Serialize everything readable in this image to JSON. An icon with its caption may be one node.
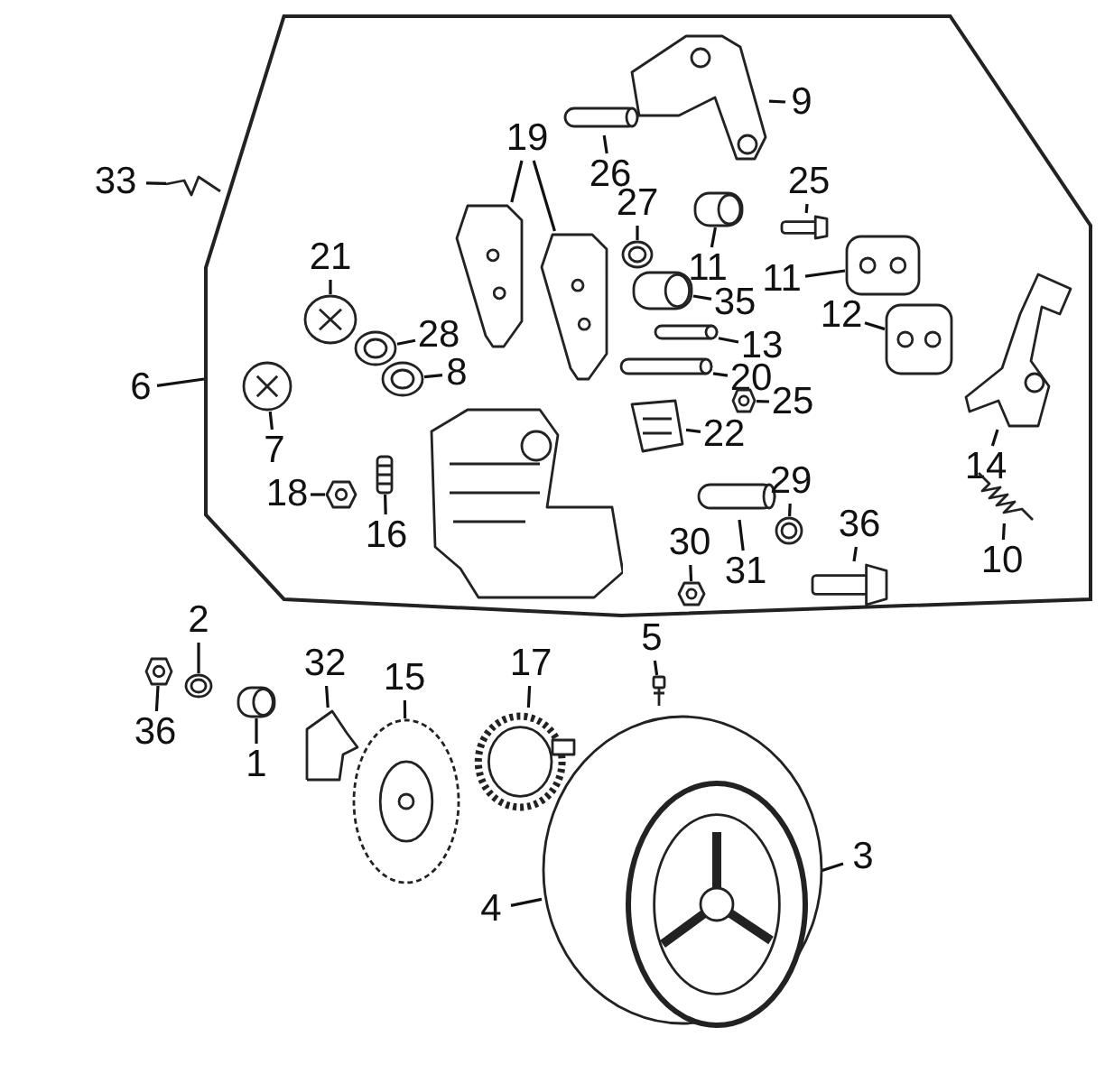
{
  "diagram": {
    "nodes": [
      {
        "text": [],
        "shape": "box"
      },
      {
        "text": [
          "33"
        ]
      },
      {
        "text": [],
        "shape": "picture"
      },
      {
        "text": [
          "9"
        ],
        "in": 0
      },
      {
        "text": [],
        "shape": "picture",
        "in": 0
      },
      {
        "text": [
          "19"
        ],
        "in": 0
      },
      {
        "text": [],
        "shape": "picture",
        "in": 0
      },
      {
        "text": [],
        "shape": "picture",
        "in": 0
      },
      {
        "text": [
          "26"
        ],
        "in": 0
      },
      {
        "text": [],
        "shape": "picture",
        "in": 0
      },
      {
        "text": [
          "25"
        ],
        "in": 0
      },
      {
        "text": [],
        "shape": "picture",
        "in": 0
      },
      {
        "text": [
          "27"
        ],
        "in": 0
      },
      {
        "text": [],
        "shape": "picture",
        "in": 0
      },
      {
        "text": [
          "11"
        ],
        "in": 0
      },
      {
        "text": [],
        "shape": "picture",
        "in": 0
      },
      {
        "text": [
          "21"
        ],
        "in": 0
      },
      {
        "text": [],
        "shape": "picture",
        "in": 0
      },
      {
        "text": [
          "11"
        ],
        "in": 0
      },
      {
        "text": [],
        "shape": "picture",
        "in": 0
      },
      {
        "text": [
          "35"
        ],
        "in": 0
      },
      {
        "text": [],
        "shape": "picture",
        "in": 0
      },
      {
        "text": [
          "12"
        ],
        "in": 0
      },
      {
        "text": [],
        "shape": "picture",
        "in": 0
      },
      {
        "text": [
          "28"
        ],
        "in": 0
      },
      {
        "text": [],
        "shape": "picture",
        "in": 0
      },
      {
        "text": [
          "13"
        ],
        "in": 0
      },
      {
        "text": [],
        "shape": "picture",
        "in": 0
      },
      {
        "text": [
          "6"
        ]
      },
      {
        "text": [
          "8"
        ],
        "in": 0
      },
      {
        "text": [],
        "shape": "picture",
        "in": 0
      },
      {
        "text": [
          "20"
        ],
        "in": 0
      },
      {
        "text": [],
        "shape": "picture",
        "in": 0
      },
      {
        "text": [
          "7"
        ],
        "in": 0
      },
      {
        "text": [],
        "shape": "picture",
        "in": 0
      },
      {
        "text": [
          "25"
        ],
        "in": 0
      },
      {
        "text": [],
        "shape": "picture",
        "in": 0
      },
      {
        "text": [
          "22"
        ],
        "in": 0
      },
      {
        "text": [],
        "shape": "picture",
        "in": 0
      },
      {
        "text": [
          "14"
        ],
        "in": 0
      },
      {
        "text": [],
        "shape": "picture",
        "in": 0
      },
      {
        "text": [
          "18"
        ],
        "in": 0
      },
      {
        "text": [],
        "shape": "picture",
        "in": 0
      },
      {
        "text": [
          "16"
        ],
        "in": 0
      },
      {
        "text": [],
        "shape": "picture",
        "in": 0
      },
      {
        "text": [
          "30"
        ],
        "in": 0
      },
      {
        "text": [],
        "shape": "picture",
        "in": 0
      },
      {
        "text": [
          "31"
        ],
        "in": 0
      },
      {
        "text": [],
        "shape": "picture",
        "in": 0
      },
      {
        "text": [
          "29"
        ],
        "in": 0
      },
      {
        "text": [],
        "shape": "picture",
        "in": 0
      },
      {
        "text": [
          "36"
        ],
        "in": 0
      },
      {
        "text": [],
        "shape": "picture",
        "in": 0
      },
      {
        "text": [
          "10"
        ],
        "in": 0
      },
      {
        "text": [],
        "shape": "picture",
        "in": 0
      },
      {
        "text": [
          "2"
        ]
      },
      {
        "text": [],
        "shape": "picture"
      },
      {
        "text": [
          "36"
        ]
      },
      {
        "text": [],
        "shape": "picture"
      },
      {
        "text": [
          "1"
        ]
      },
      {
        "text": [],
        "shape": "picture"
      },
      {
        "text": [
          "32"
        ]
      },
      {
        "text": [],
        "shape": "picture"
      },
      {
        "text": [
          "15"
        ]
      },
      {
        "text": [],
        "shape": "picture"
      },
      {
        "text": [
          "17"
        ]
      },
      {
        "text": [],
        "shape": "picture"
      },
      {
        "text": [
          "5"
        ]
      },
      {
        "text": [],
        "shape": "picture"
      },
      {
        "text": [
          "4"
        ]
      },
      {
        "text": [],
        "shape": "picture"
      },
      {
        "text": [
          "3"
        ]
      },
      {
        "text": [],
        "shape": "picture",
        "in": 70
      }
    ],
    "edges": [
      {
        "from": 1,
        "to": 2,
        "arrow": "none"
      },
      {
        "from": 3,
        "to": 4,
        "arrow": "none"
      },
      {
        "from": 5,
        "to": 6,
        "arrow": "none"
      },
      {
        "from": 5,
        "to": 7,
        "arrow": "none"
      },
      {
        "from": 8,
        "to": 9,
        "arrow": "none"
      },
      {
        "from": 10,
        "to": 11,
        "arrow": "none"
      },
      {
        "from": 12,
        "to": 13,
        "arrow": "none"
      },
      {
        "from": 14,
        "to": 15,
        "arrow": "none"
      },
      {
        "from": 16,
        "to": 17,
        "arrow": "none"
      },
      {
        "from": 18,
        "to": 19,
        "arrow": "none"
      },
      {
        "from": 20,
        "to": 21,
        "arrow": "none"
      },
      {
        "from": 22,
        "to": 23,
        "arrow": "none"
      },
      {
        "from": 24,
        "to": 25,
        "arrow": "none"
      },
      {
        "from": 26,
        "to": 27,
        "arrow": "none"
      },
      {
        "from": 28,
        "to": 0,
        "arrow": "none"
      },
      {
        "from": 29,
        "to": 30,
        "arrow": "none"
      },
      {
        "from": 31,
        "to": 32,
        "arrow": "none"
      },
      {
        "from": 33,
        "to": 34,
        "arrow": "none"
      },
      {
        "from": 35,
        "to": 36,
        "arrow": "none"
      },
      {
        "from": 37,
        "to": 38,
        "arrow": "none"
      },
      {
        "from": 39,
        "to": 40,
        "arrow": "none"
      },
      {
        "from": 41,
        "to": 42,
        "arrow": "none"
      },
      {
        "from": 43,
        "to": 44,
        "arrow": "none"
      },
      {
        "from": 45,
        "to": 46,
        "arrow": "none"
      },
      {
        "from": 47,
        "to": 48,
        "arrow": "none"
      },
      {
        "from": 49,
        "to": 50,
        "arrow": "none"
      },
      {
        "from": 51,
        "to": 52,
        "arrow": "none"
      },
      {
        "from": 53,
        "to": 54,
        "arrow": "none"
      },
      {
        "from": 55,
        "to": 56,
        "arrow": "none"
      },
      {
        "from": 57,
        "to": 58,
        "arrow": "none"
      },
      {
        "from": 59,
        "to": 60,
        "arrow": "none"
      },
      {
        "from": 61,
        "to": 62,
        "arrow": "none"
      },
      {
        "from": 63,
        "to": 64,
        "arrow": "none"
      },
      {
        "from": 65,
        "to": 66,
        "arrow": "none"
      },
      {
        "from": 67,
        "to": 68,
        "arrow": "none"
      },
      {
        "from": 69,
        "to": 70,
        "arrow": "none"
      },
      {
        "from": 71,
        "to": 72,
        "arrow": "none"
      }
    ]
  }
}
